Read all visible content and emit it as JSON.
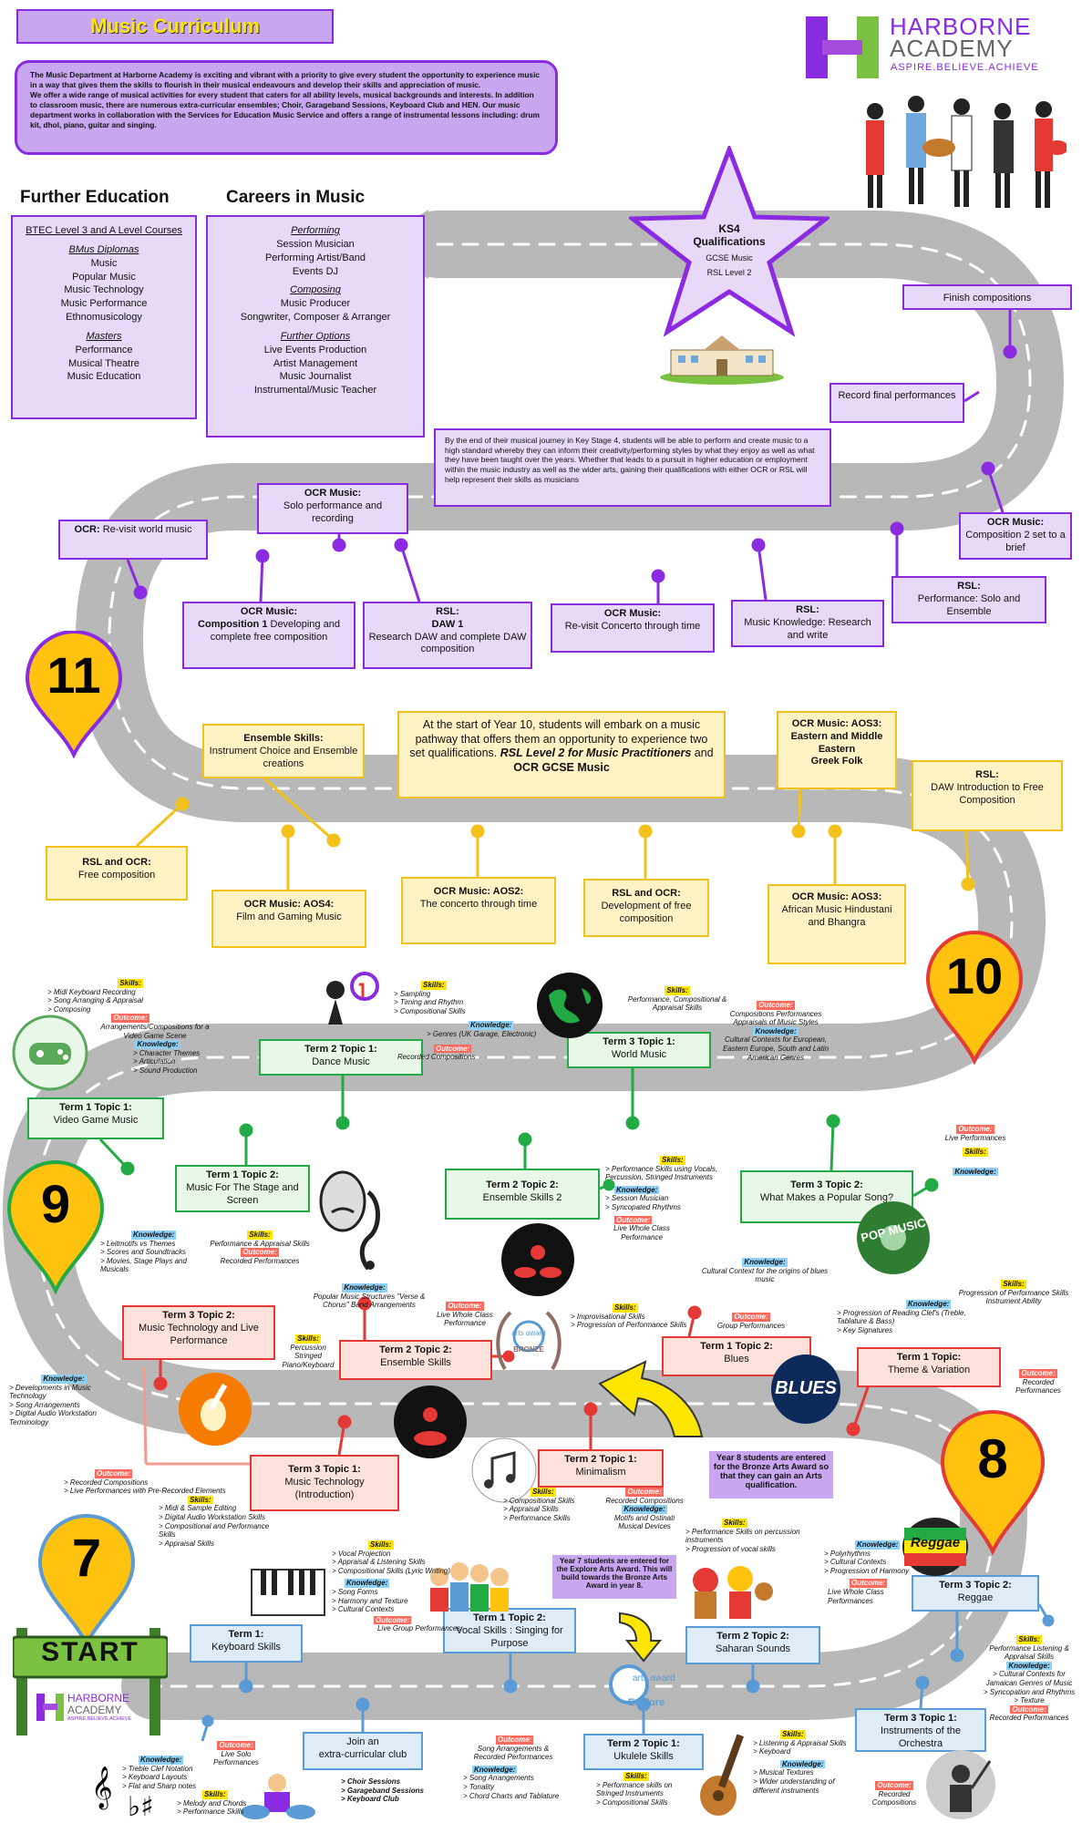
{
  "header": {
    "title": "Music Curriculum",
    "intro_p1": "The Music Department at Harborne Academy is exciting and vibrant with a priority to give every student the opportunity to experience music in a way that gives them the skills to flourish in their musical endeavours and develop their skills and appreciation of music.",
    "intro_p2": "We offer a wide range of musical activities for every student that caters for all ability levels, musical backgrounds and interests. In addition to classroom music, there are numerous extra-curricular ensembles; Choir, Garageband Sessions, Keyboard Club and HEN. Our music department works in collaboration with the Services for Education Music Service and offers a range of instrumental lessons including: drum kit, dhol, piano, guitar and singing.",
    "logo_line1": "HARBORNE",
    "logo_line2": "ACADEMY",
    "logo_tag": "ASPIRE.BELIEVE.ACHIEVE"
  },
  "further_education": {
    "heading": "Further Education",
    "lines": [
      "BTEC Level 3 and A Level Courses",
      "",
      "BMus Diplomas",
      "Music",
      "Popular Music",
      "Music Technology",
      "Music Performance",
      "Ethnomusicology",
      "",
      "Masters",
      "Performance",
      "Musical Theatre",
      "Music Education"
    ]
  },
  "careers": {
    "heading": "Careers in Music",
    "lines": [
      "Performing",
      "Session Musician",
      "Performing Artist/Band",
      "Events DJ",
      "",
      "Composing",
      "Music Producer",
      "Songwriter, Composer & Arranger",
      "",
      "Further Options",
      "Live Events Production",
      "Artist Management",
      "Music Journalist",
      "Instrumental/Music Teacher"
    ]
  },
  "ks4": {
    "title": "KS4",
    "subtitle": "Qualifications",
    "l1": "GCSE Music",
    "l2": "RSL Level 2"
  },
  "year11": {
    "label": "11",
    "summary": "By the end of their musical journey in Key Stage 4, students will be able to perform and create music to a high standard whereby they can inform their creativity/performing styles by what they enjoy as well as what they have been taught over the years. Whether that leads to a pursuit in higher education or employment within the music industry as well as the wider arts, gaining their qualifications with either OCR or RSL will help represent their skills as musicians",
    "finish": "Finish compositions",
    "record": "Record final performances",
    "ocr_comp2_t": "OCR Music:",
    "ocr_comp2_d": "Composition 2 set to a brief",
    "rsl_perf_t": "RSL:",
    "rsl_perf_d": "Performance: Solo and Ensemble",
    "rsl_know_t": "RSL:",
    "rsl_know_d": "Music Knowledge: Research and write",
    "ocr_concerto_t": "OCR Music:",
    "ocr_concerto_d": "Re-visit Concerto through time",
    "rsl_daw_t": "RSL:",
    "rsl_daw_d1": "DAW 1",
    "rsl_daw_d2": "Research DAW and complete DAW composition",
    "ocr_comp1_t": "OCR Music:",
    "ocr_comp1_d1": "Composition 1",
    "ocr_comp1_d2": "Developing and complete free composition",
    "ocr_solo_t": "OCR Music:",
    "ocr_solo_d": "Solo performance and recording",
    "ocr_world_t": "OCR:",
    "ocr_world_d": "Re-visit world music"
  },
  "year10": {
    "label": "10",
    "summary_1": "At the start of Year 10, students will embark on a music pathway that offers them an opportunity to experience two set qualifications.",
    "summary_2": "RSL Level 2 for Music Practitioners",
    "summary_3": "and",
    "summary_4": "OCR GCSE Music",
    "ensemble_t": "Ensemble Skills:",
    "ensemble_d": "Instrument Choice and Ensemble creations",
    "aos3a_t": "OCR Music: AOS3: Eastern and Middle Eastern",
    "aos3a_d": "Greek Folk",
    "rsl_daw_t": "RSL:",
    "rsl_daw_d": "DAW Introduction to Free Composition",
    "rsl_ocr_free_t": "RSL and OCR:",
    "rsl_ocr_free_d": "Free composition",
    "aos4_t": "OCR Music: AOS4:",
    "aos4_d": "Film and Gaming Music",
    "aos2_t": "OCR Music: AOS2:",
    "aos2_d": "The concerto through time",
    "dev_t": "RSL and OCR:",
    "dev_d": "Development of free composition",
    "aos3b_t": "OCR Music: AOS3:",
    "aos3b_d": "African Music Hindustani and Bhangra"
  },
  "year9": {
    "label": "9",
    "t1t1_t": "Term 1 Topic 1:",
    "t1t1_d": "Video Game Music",
    "t2t1_t": "Term 2 Topic 1:",
    "t2t1_d": "Dance Music",
    "t3t1_t": "Term 3 Topic 1:",
    "t3t1_d": "World Music",
    "t1t2_t": "Term 1 Topic 2:",
    "t1t2_d": "Music For The Stage and Screen",
    "t2t2_t": "Term 2 Topic 2:",
    "t2t2_d": "Ensemble Skills 2",
    "t3t2_t": "Term 3 Topic 2:",
    "t3t2_d": "What Makes a Popular Song?",
    "pop_music": "POP MUSIC"
  },
  "year8": {
    "label": "8",
    "t3t2_t": "Term 3 Topic 2:",
    "t3t2_d": "Music Technology and Live Performance",
    "t2t2_t": "Term 2 Topic 2:",
    "t2t2_d": "Ensemble Skills",
    "t1t2_t": "Term 1 Topic 2:",
    "t1t2_d": "Blues",
    "t1_t": "Term 1 Topic:",
    "t1_d": "Theme & Variation",
    "t3t1_t": "Term 3 Topic 1:",
    "t3t1_d": "Music Technology (Introduction)",
    "t2t1_t": "Term 2 Topic 1:",
    "t2t1_d": "Minimalism",
    "bronze_note": "Year 8 students are entered for the Bronze Arts Award so that they can gain an Arts qualification.",
    "blues": "BLUES",
    "arts_award": "arts award",
    "bronze": "BRONZE"
  },
  "year7": {
    "label": "7",
    "start": "START",
    "t1_t": "Term 1:",
    "t1_d": "Keyboard Skills",
    "t1t2_t": "Term 1 Topic 2:",
    "t1t2_d": "Vocal Skills : Singing for Purpose",
    "t2t2_t": "Term 2 Topic 2:",
    "t2t2_d": "Saharan Sounds",
    "t3t2_t": "Term 3 Topic 2:",
    "t3t2_d": "Reggae",
    "extra_t": "Join an",
    "extra_d": "extra-curricular club",
    "t2t1_t": "Term 2 Topic 1:",
    "t2t1_d": "Ukulele Skills",
    "t3t1_t": "Term 3 Topic 1:",
    "t3t1_d": "Instruments of the Orchestra",
    "explore_note": "Year 7 students are entered for the Explore Arts Award. This will build towards the Bronze Arts Award in year 8.",
    "explore": "Explore",
    "reggae": "Reggae"
  },
  "labels": {
    "skills": "Skills:",
    "knowledge": "Knowledge:",
    "outcome": "Outcome:"
  },
  "notes": {
    "vg_sk": "> Midi Keyboard Recording\n> Song Arranging & Appraisal\n> Composing",
    "vg_oc": "Arrangements/Compositions for a Video Game Scene",
    "vg_kn": "> Character Themes\n> Articulation\n> Sound Production",
    "dance_sk": "> Sampling\n> Timing and Rhythm\n> Compositional Skills",
    "dance_kn": "> Genres (UK Garage, Electronic)",
    "dance_oc": "Recorded Compositions",
    "world_sk": "Performance, Compositional & Appraisal Skills",
    "world_oc": "Compositions Performances Appraisals of Music Styles",
    "world_kn": "Cultural Contexts for European, Eastern Europe, South and Latin American Genres",
    "stage_kn": "> Leitmotifs vs Themes\n> Scores and Soundtracks\n> Movies, Stage Plays and Musicals",
    "stage_sk": "Performance & Appraisal Skills",
    "stage_oc": "Recorded Performances",
    "ens2_sk": "> Performance Skills using Vocals, Percussion, Stringed Instruments",
    "ens2_kn": "> Session Musician\n> Syncopated Rhythms",
    "ens2_oc": "Live Whole Class Performance",
    "pop_oc": "Live Performances",
    "pop_kn": "Cultural Context for the origins of blues music",
    "mt_kn": "> Developments in Music Technology\n> Song Arrangements\n> Digital Audio Workstation Terminology",
    "ens_kn": "Popular Music Structures \"Verse & Chorus\" Band Arrangements",
    "ens_oc": "Live Whole Class Performance",
    "ens_sk": "Percussion Stringed Piano/Keyboard",
    "blues_sk": "> Improvisational Skills\n> Progression of Performance Skills",
    "blues_oc": "Group Performances",
    "theme_kn": "> Progression of Reading Clef's (Treble, Tablature & Bass)\n> Key Signatures",
    "theme_sk": "Progression of Performance Skills Instrument Ability",
    "theme_oc": "Recorded Performances",
    "mti_oc": "> Recorded Compositions\n> Live Performances with Pre-Recorded Elements",
    "mti_sk": "> Midi & Sample Editing\n> Digital Audio Workstation Skills\n> Compositional and Performance Skills\n> Appraisal Skills",
    "min_sk": "> Compositional Skills\n> Appraisal Skills\n> Performance Skills",
    "min_oc": "Recorded Compositions",
    "min_kn": "Motifs and Ostinati Musical Devices",
    "vocal_sk": "> Vocal Projection\n> Appraisal & Listening Skills\n> Compositional Skills (Lyric Writing)",
    "vocal_kn": "> Song Forms\n> Harmony and Texture\n> Cultural Contexts",
    "vocal_oc": "Live Group Performances",
    "sah_sk": "> Performance Skills on percussion instruments\n> Progression of vocal skills",
    "sah_kn": "> Polyrhythms\n> Cultural Contexts\n> Progression of Harmony",
    "sah_oc": "Live Whole Class Performances",
    "reg_sk": "Performance Listening & Appraisal Skills",
    "reg_kn": "> Cultural Contexts for Jamaican Genres of Music\n> Syncopation and Rhythms\n> Texture",
    "reg_oc": "Recorded Performances",
    "key_oc": "Live Solo Performances",
    "key_kn": "> Treble Clef Notation\n> Keyboard Layouts\n> Flat and Sharp notes",
    "key_sk": "> Melody and Chords\n> Performance Skills",
    "club_d": "> Choir Sessions\n> Garageband Sessions\n> Keyboard Club",
    "uke_oc": "Song Arrangements & Recorded Performances",
    "uke_kn": "> Song Arrangements\n> Tonality\n> Chord Charts and Tablature",
    "uke_sk": "> Performance skills on Stringed Instruments\n> Compositional Skills",
    "orch_sk": "> Listening & Appraisal Skills\n> Keyboard",
    "orch_kn": "> Musical Textures\n> Wider understanding of different instruments",
    "orch_oc": "Recorded Compositions"
  },
  "colors": {
    "purple": "#8a2be2",
    "yellow": "#f2c21a",
    "green": "#22aa44",
    "red": "#e53935",
    "blue": "#5b9bd5",
    "road": "#b7b7b7"
  }
}
